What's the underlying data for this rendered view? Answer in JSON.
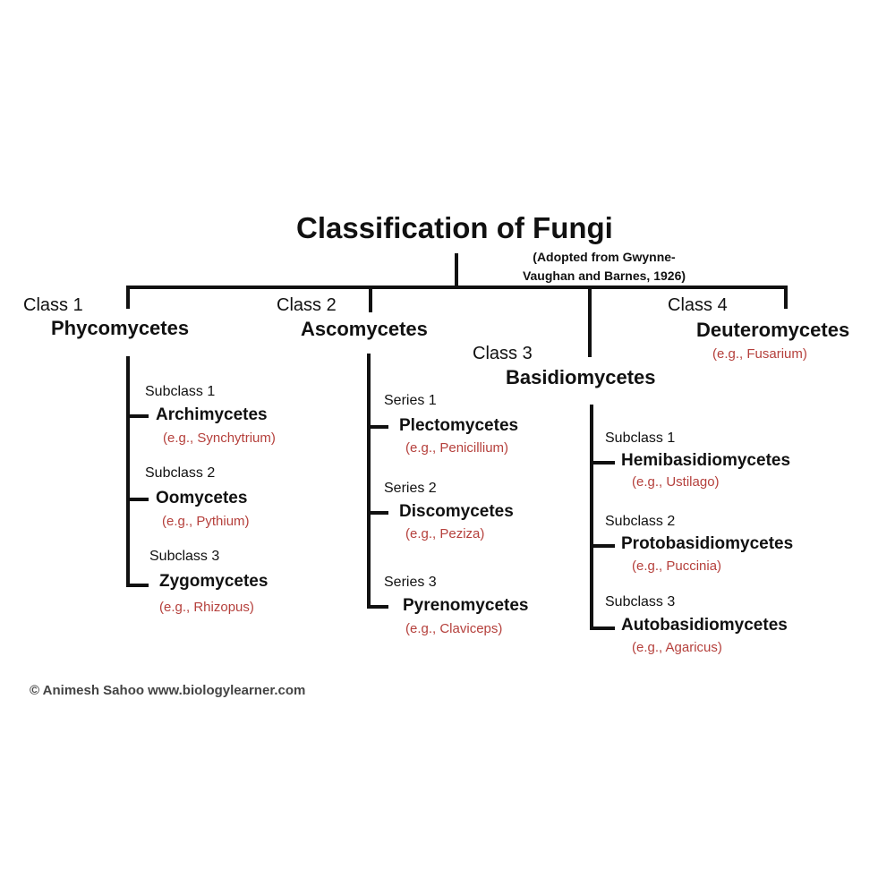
{
  "title": "Classification of Fungi",
  "subtitle_lines": [
    "(Adopted from Gwynne-",
    "Vaughan and Barnes, 1926)"
  ],
  "example_color": "#b5403c",
  "classes": [
    {
      "label": "Class 1",
      "name": "Phycomycetes",
      "children": [
        {
          "label": "Subclass 1",
          "name": "Archimycetes",
          "example": "(e.g., Synchytrium)"
        },
        {
          "label": "Subclass 2",
          "name": "Oomycetes",
          "example": "(e.g., Pythium)"
        },
        {
          "label": "Subclass 3",
          "name": "Zygomycetes",
          "example": "(e.g., Rhizopus)"
        }
      ]
    },
    {
      "label": "Class 2",
      "name": "Ascomycetes",
      "children": [
        {
          "label": "Series 1",
          "name": "Plectomycetes",
          "example": "(e.g., Penicillium)"
        },
        {
          "label": "Series 2",
          "name": "Discomycetes",
          "example": "(e.g., Peziza)"
        },
        {
          "label": "Series 3",
          "name": "Pyrenomycetes",
          "example": "(e.g., Claviceps)"
        }
      ]
    },
    {
      "label": "Class 3",
      "name": "Basidiomycetes",
      "children": [
        {
          "label": "Subclass 1",
          "name": "Hemibasidiomycetes",
          "example": "(e.g., Ustilago)"
        },
        {
          "label": "Subclass 2",
          "name": "Protobasidiomycetes",
          "example": "(e.g., Puccinia)"
        },
        {
          "label": "Subclass 3",
          "name": "Autobasidiomycetes",
          "example": "(e.g., Agaricus)"
        }
      ]
    },
    {
      "label": "Class 4",
      "name": "Deuteromycetes",
      "example": "(e.g., Fusarium)"
    }
  ],
  "credit": "© Animesh Sahoo  www.biologylearner.com"
}
